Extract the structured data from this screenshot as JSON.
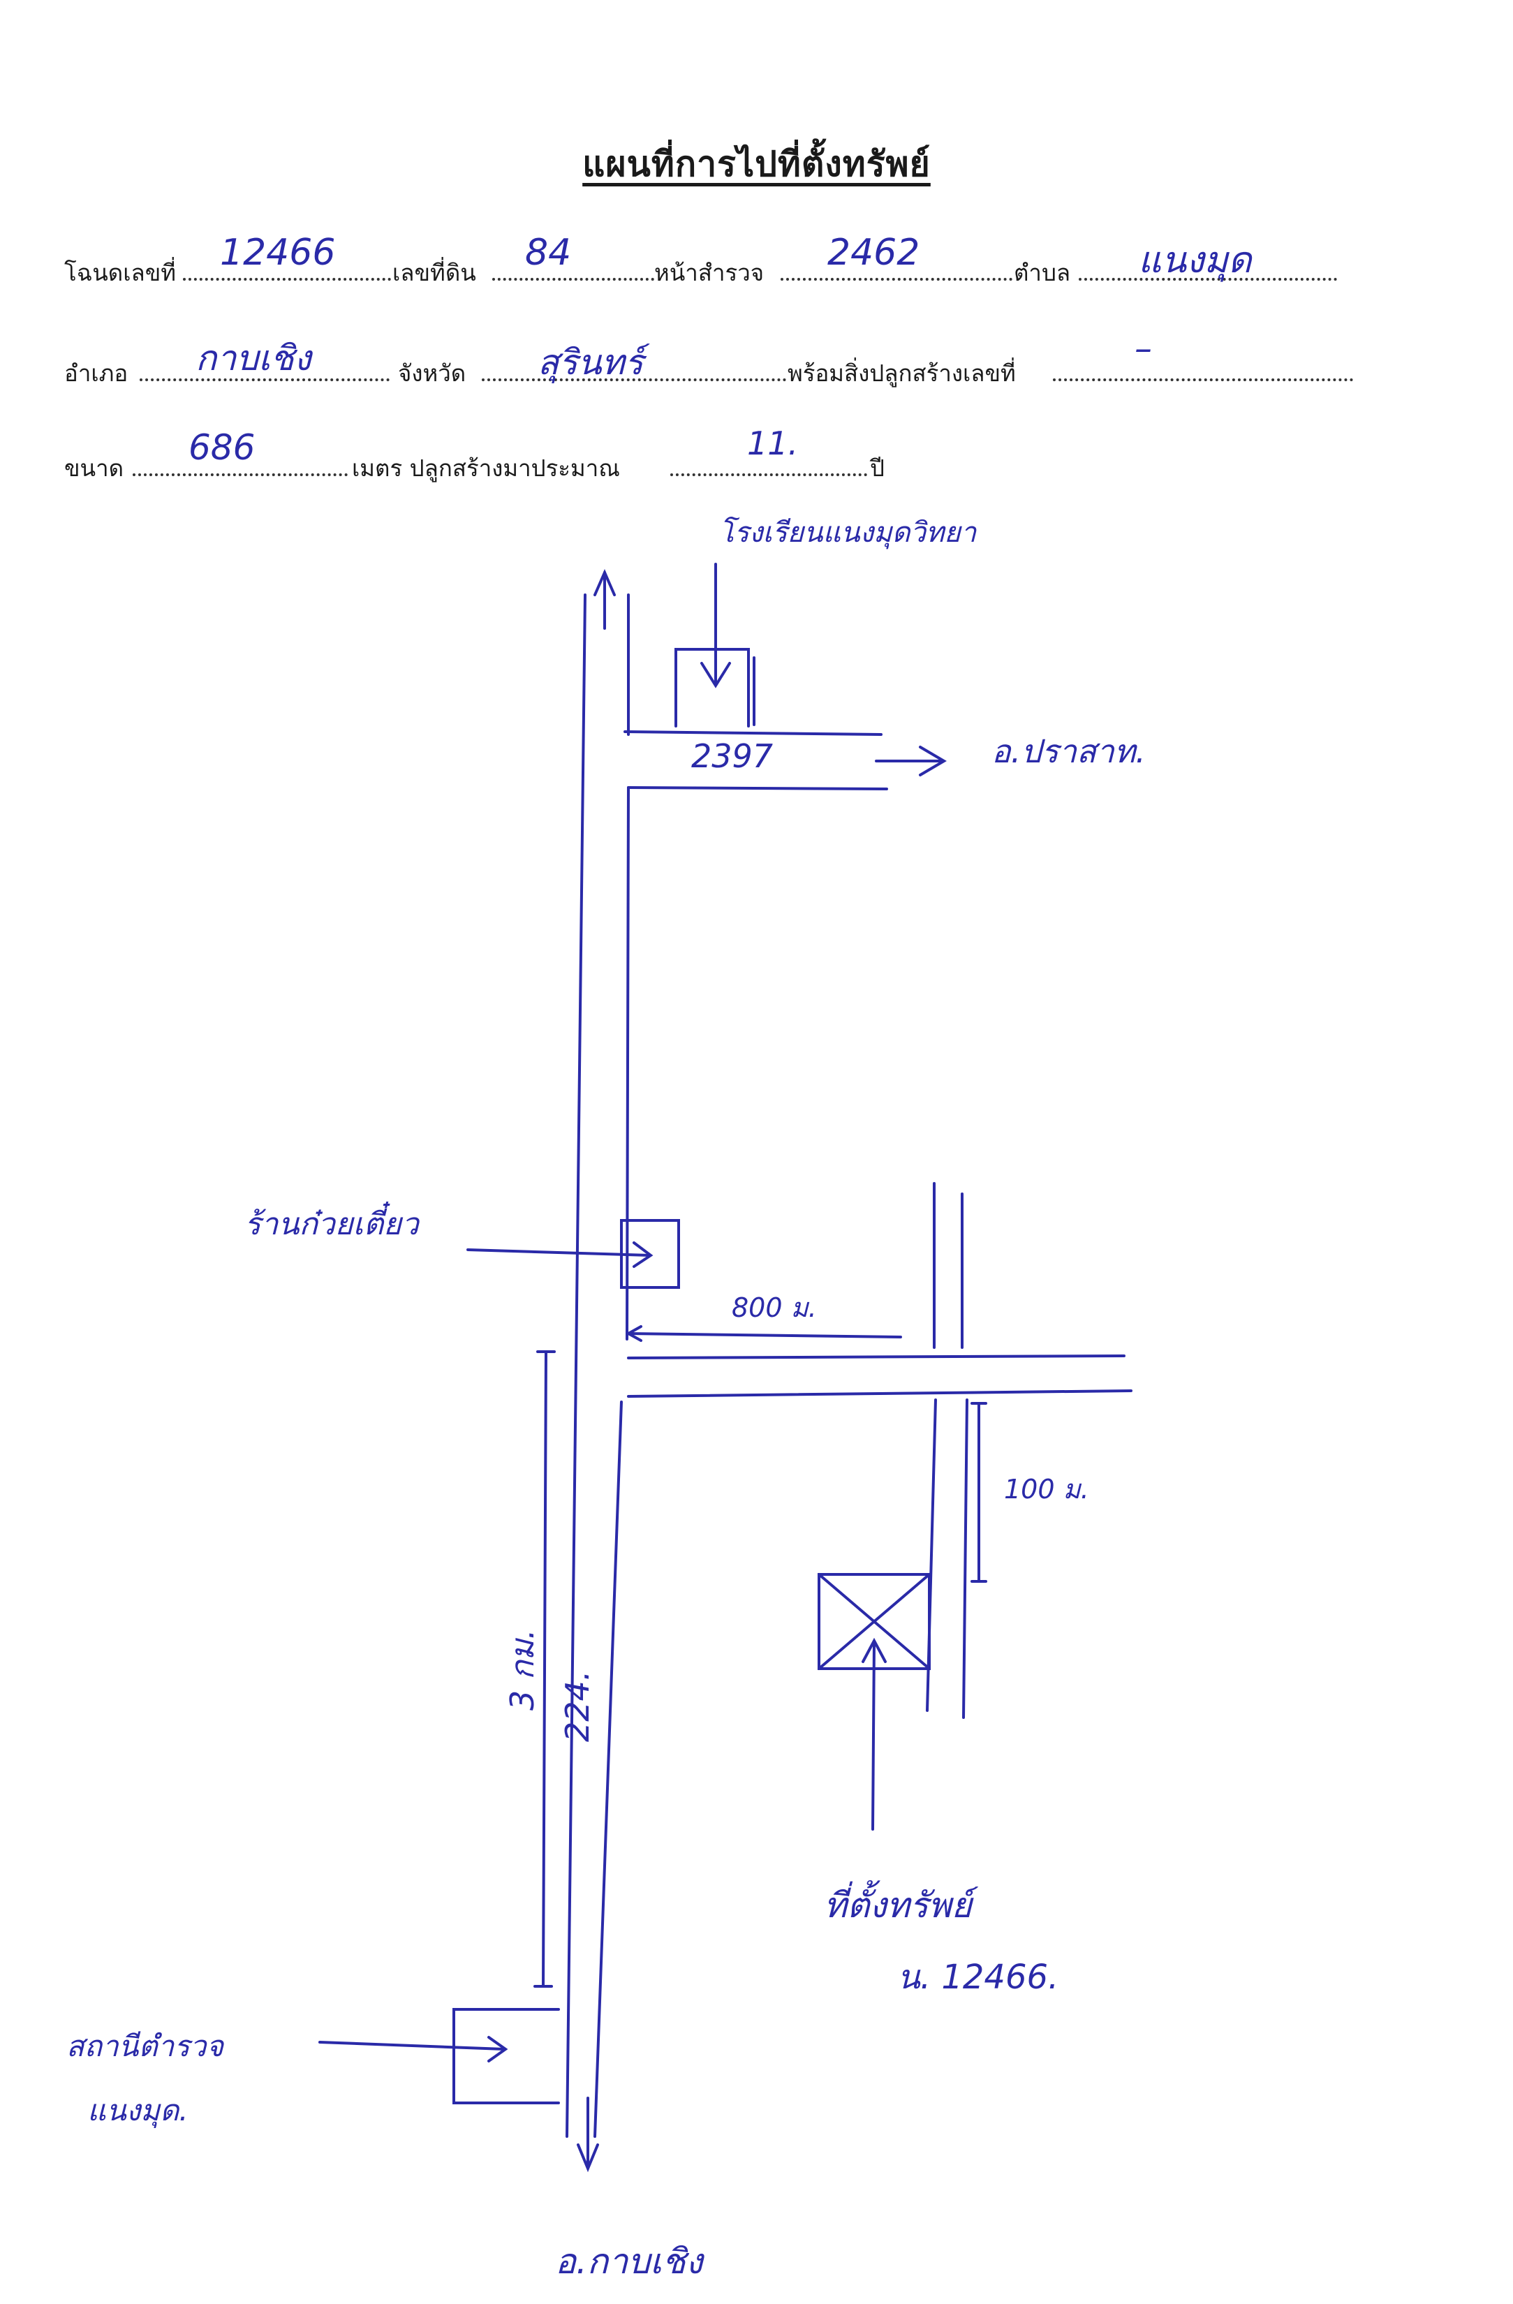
{
  "title": "แผนที่การไปที่ตั้งทรัพย์",
  "form": {
    "row1": {
      "deed_label": "โฉนดเลขที่",
      "deed_value": "12466",
      "land_no_label": "เลขที่ดิน",
      "land_no_value": "84",
      "survey_label": "หน้าสำรวจ",
      "survey_value": "2462",
      "subdistrict_label": "ตำบล",
      "subdistrict_value": "แนงมุด"
    },
    "row2": {
      "district_label": "อำเภอ",
      "district_value": "กาบเชิง",
      "province_label": "จังหวัด",
      "province_value": "สุรินทร์",
      "building_label": "พร้อมสิ่งปลูกสร้างเลขที่",
      "building_value": "–"
    },
    "row3": {
      "size_label": "ขนาด",
      "size_value": "686",
      "meters_label": "เมตร ปลูกสร้างมาประมาณ",
      "years_value": "11.",
      "year_label": "ปี"
    }
  },
  "map": {
    "school_label": "โรงเรียนแนงมุดวิทยา",
    "road_2397": "2397",
    "to_prasat": "อ.ปราสาท.",
    "shop_label": "ร้านก๋วยเตี๋ยว",
    "dist_800": "800 ม.",
    "dist_100": "100 ม.",
    "dist_3km": "3 กม.",
    "road_224": "224.",
    "police_label_1": "สถานีตำรวจ",
    "police_label_2": "แนงมุด.",
    "property_label": "ที่ตั้งทรัพย์",
    "property_deed": "น. 12466.",
    "to_kapchoeng": "อ.กาบเชิง"
  },
  "colors": {
    "ink": "#2a2aa8",
    "print": "#1a1a1a"
  }
}
